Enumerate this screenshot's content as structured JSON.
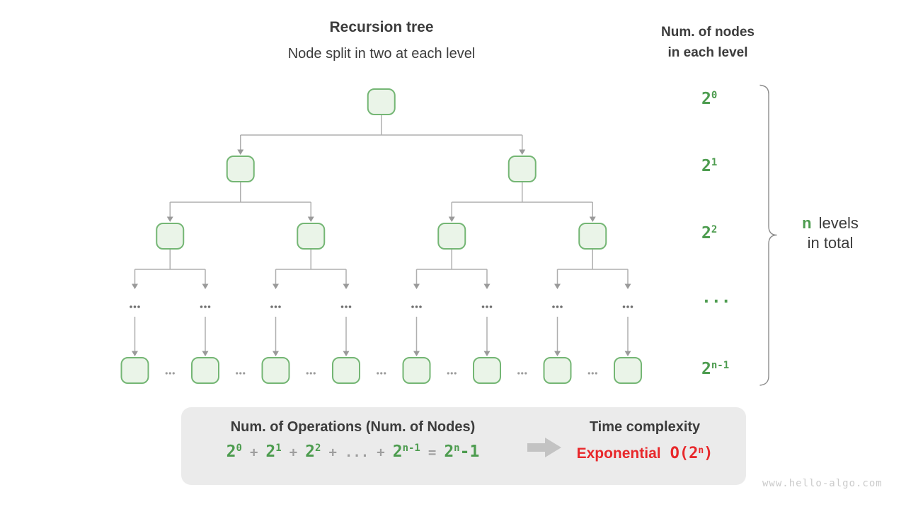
{
  "header": {
    "title": "Recursion tree",
    "subtitle": "Node split in two at each level",
    "right_line1": "Num. of nodes",
    "right_line2": "in each level"
  },
  "tree": {
    "levels": [
      {
        "kind": "node-row",
        "count": 1,
        "label": {
          "base": "2",
          "sup": "0"
        }
      },
      {
        "kind": "node-row",
        "count": 2,
        "label": {
          "base": "2",
          "sup": "1"
        }
      },
      {
        "kind": "node-row",
        "count": 4,
        "label": {
          "base": "2",
          "sup": "2"
        }
      },
      {
        "kind": "ellipsis-row",
        "count": 8,
        "label": {
          "text": "..."
        }
      },
      {
        "kind": "node-row",
        "count": 8,
        "separator": "...",
        "label": {
          "base": "2",
          "sup": "n-1"
        }
      }
    ]
  },
  "brace": {
    "prefix": "n",
    "suffix": "levels",
    "line2": "in total"
  },
  "summary": {
    "left_title": "Num. of Operations (Num. of Nodes)",
    "formula": [
      {
        "base": "2",
        "sup": "0",
        "color": "green"
      },
      {
        "text": "+",
        "color": "gray",
        "op": true
      },
      {
        "base": "2",
        "sup": "1",
        "color": "green"
      },
      {
        "text": "+",
        "color": "gray",
        "op": true
      },
      {
        "base": "2",
        "sup": "2",
        "color": "green"
      },
      {
        "text": "+",
        "color": "gray",
        "op": true
      },
      {
        "text": "...",
        "color": "gray",
        "op": true
      },
      {
        "text": "+",
        "color": "gray",
        "op": true
      },
      {
        "base": "2",
        "sup": "n-1",
        "color": "green"
      },
      {
        "text": "=",
        "color": "gray",
        "op": true
      },
      {
        "base": "2",
        "sup": "n",
        "tail": "-1",
        "color": "green"
      }
    ],
    "right_title": "Time complexity",
    "complexity_word": "Exponential",
    "big_o": {
      "pre": "O(2",
      "sup": "n",
      "post": ")"
    }
  },
  "watermark": "www.hello-algo.com",
  "colors": {
    "green": "#4D9C4F",
    "red": "#E8282B",
    "text": "#3C3C3C",
    "node_fill": "#EAF4E8",
    "node_border": "#74B674",
    "line": "#AFAFAF",
    "arrow": "#9A9A9A",
    "dots_dark": "#6F6F6F",
    "dots_light": "#9A9A9A",
    "operator_gray": "#9E9E9E",
    "box_bg": "#EBEBEB",
    "brace": "#8C8C8C",
    "watermark": "#CBCBCB",
    "block_arrow": "#C3C3C3"
  }
}
